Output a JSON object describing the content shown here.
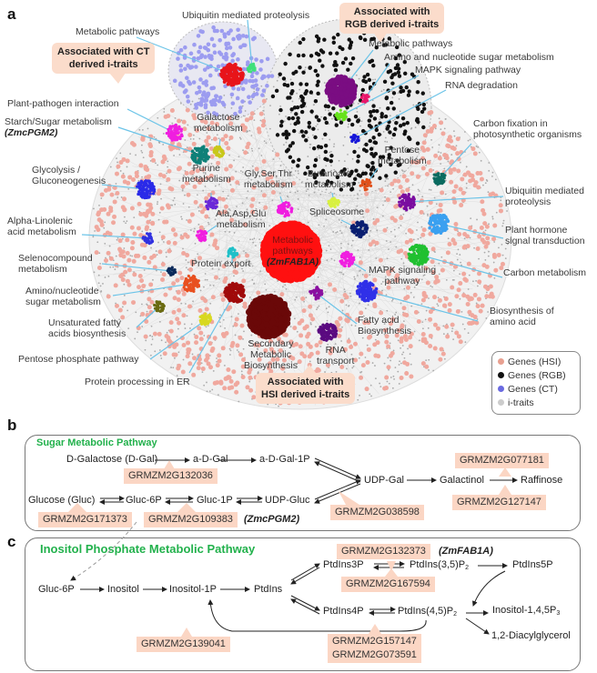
{
  "panel_a": {
    "letter": "a",
    "callouts": {
      "ct": "Associated with CT\nderived i-traits",
      "rgb": "Associated with\nRGB derived i-traits",
      "hsi": "Associated with\nHSI derived i-traits"
    },
    "clusters": [
      {
        "label": "Metabolic pathways",
        "color": "#e8141a"
      },
      {
        "label": "Ubiquitin mediated proteolysis",
        "color": "#3fe07a"
      },
      {
        "label": "Metabolic pathways",
        "color": "#7a0d82"
      },
      {
        "label": "Amino and nucleotide sugar metabolism",
        "color": "#e8186a"
      },
      {
        "label": "MAPK signaling pathway",
        "color": "#66e21c"
      },
      {
        "label": "RNA degradation",
        "color": "#1515d8"
      },
      {
        "label": "Plant-pathogen interaction",
        "color": "#f01ee0"
      },
      {
        "label": "Starch/Sugar metabolism",
        "gene": "(ZmcPGM2)",
        "color": "#0e8078"
      },
      {
        "label": "Galactose\nmetabolism",
        "color": "#c8c81a"
      },
      {
        "label": "Carbon fixation in\nphotosynthetic organisms",
        "color": "#0b6b60"
      },
      {
        "label": "Pentose\nmetabolism",
        "color": "#e0501a"
      },
      {
        "label": "Glycolysis /\nGluconeogenesis",
        "color": "#2a2ae8"
      },
      {
        "label": "Purine\nmetabolism",
        "color": "#6a28d8"
      },
      {
        "label": "Gly,Ser,Thr\nmetabolism",
        "color": "#f01ee0"
      },
      {
        "label": "Butanoate\nmetabolism",
        "color": "#d8f040"
      },
      {
        "label": "Ubiquitin mediated\nproteolysis",
        "color": "#7a0da0"
      },
      {
        "label": "Spliceosome",
        "color": "#0a1e70"
      },
      {
        "label": "Alpha-Linolenic\nacid metabolism",
        "color": "#3030e0"
      },
      {
        "label": "Ala,Asp,Glu\nmetabolism",
        "color": "#f01ee0"
      },
      {
        "label": "Plant hormone\nsignal transduction",
        "color": "#3aa0f0"
      },
      {
        "label": "Metabolic\npathways",
        "gene": "(ZmFAB1A)",
        "color": "#ff1010"
      },
      {
        "label": "Protein export",
        "color": "#20c0c8"
      },
      {
        "label": "Selenocompound\nmetabolism",
        "color": "#0a2a5a"
      },
      {
        "label": "Carbon metabolism",
        "color": "#20c030"
      },
      {
        "label": "MAPK signaling\npathway",
        "color": "#f01ee0"
      },
      {
        "label": "Amino/nucleotide\nsugar metabolism",
        "color": "#e85020"
      },
      {
        "label": "Protein processing in ER",
        "color": "#a00a0a"
      },
      {
        "label": "Biosynthesis of\namino acid",
        "color": "#3030e8"
      },
      {
        "label": "Fatty acid\nBiosynthesis",
        "color": "#8a10a0"
      },
      {
        "label": "Unsaturated fatty\nacids biosynthesis",
        "color": "#6a6a10"
      },
      {
        "label": "Pentose phosphate pathway",
        "color": "#d8d820"
      },
      {
        "label": "Secondary\nMetabolic\nBiosynthesis",
        "color": "#6a0808"
      },
      {
        "label": "RNA\ntransport",
        "color": "#5a0a80"
      }
    ],
    "legend": [
      {
        "label": "Genes (HSI)",
        "color": "#e8a090"
      },
      {
        "label": "Genes (RGB)",
        "color": "#111111"
      },
      {
        "label": "Genes (CT)",
        "color": "#6a6ae0"
      },
      {
        "label": "i-traits",
        "color": "#cccccc"
      }
    ]
  },
  "panel_b": {
    "letter": "b",
    "title": "Sugar Metabolic Pathway",
    "compounds": {
      "dgal": "D-Galactose (D-Gal)",
      "adgal": "a-D-Gal",
      "adgal1p": "a-D-Gal-1P",
      "udpgal": "UDP-Gal",
      "galactinol": "Galactinol",
      "raffinose": "Raffinose",
      "glucose": "Glucose (Gluc)",
      "gluc6p": "Gluc-6P",
      "gluc1p": "Gluc-1P",
      "udpgluc": "UDP-Gluc"
    },
    "genes": {
      "g132036": "GRMZM2G132036",
      "g077181": "GRMZM2G077181",
      "g127147": "GRMZM2G127147",
      "g171373": "GRMZM2G171373",
      "g109383": "GRMZM2G109383",
      "g038598": "GRMZM2G038598"
    },
    "gene_name": "(ZmcPGM2)"
  },
  "panel_c": {
    "letter": "c",
    "title": "Inositol Phosphate Metabolic Pathway",
    "compounds": {
      "gluc6p": "Gluc-6P",
      "inositol": "Inositol",
      "inositol1p": "Inositol-1P",
      "ptdins": "PtdIns",
      "ptdins3p": "PtdIns3P",
      "ptdins35p2": "PtdIns(3,5)P",
      "ptdins5p": "PtdIns5P",
      "ptdins4p": "PtdIns4P",
      "ptdins45p2": "PtdIns(4,5)P",
      "ins145p3": "Inositol-1,4,5P",
      "dag": "1,2-Diacylglycerol",
      "sub2": "2",
      "sub3": "3"
    },
    "genes": {
      "g132373": "GRMZM2G132373",
      "g167594": "GRMZM2G167594",
      "g139041": "GRMZM2G139041",
      "g157147": "GRMZM2G157147",
      "g073591": "GRMZM2G073591"
    },
    "gene_name": "(ZmFAB1A)"
  }
}
